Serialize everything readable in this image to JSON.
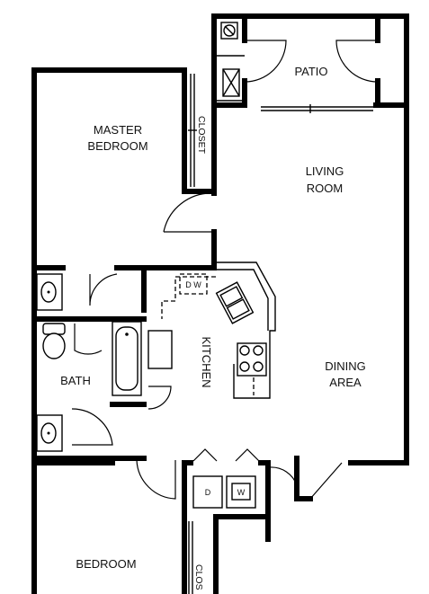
{
  "rooms": {
    "patio": "PATIO",
    "living_room_line1": "LIVING",
    "living_room_line2": "ROOM",
    "master_bedroom_line1": "MASTER",
    "master_bedroom_line2": "BEDROOM",
    "closet": "CLOSET",
    "kitchen": "KITCHEN",
    "dining_area_line1": "DINING",
    "dining_area_line2": "AREA",
    "bath": "BATH",
    "bedroom": "BEDROOM",
    "closet_partial": "CLOS"
  },
  "appliances": {
    "dishwasher": "D W",
    "dryer": "D",
    "washer": "W"
  },
  "colors": {
    "wall": "#000000",
    "background": "#ffffff"
  },
  "icons": [
    "water-heater-icon",
    "hvac-unit-icon",
    "sink-icon",
    "toilet-icon",
    "bathtub-icon",
    "stove-icon",
    "door-swing-icon"
  ]
}
